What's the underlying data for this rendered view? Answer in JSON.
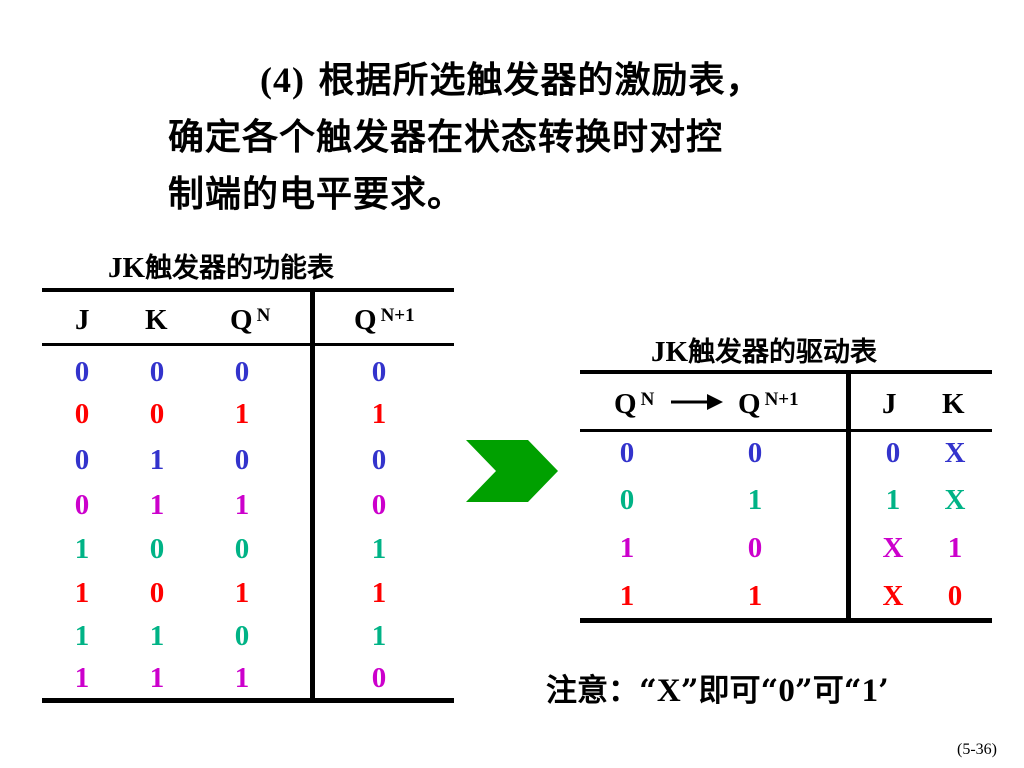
{
  "heading": {
    "num": "(4)",
    "line1": "根据所选触发器的激励表，",
    "line2": "确定各个触发器在状态转换时对控",
    "line3": "制端的电平要求。"
  },
  "func_table": {
    "caption_latin": "JK",
    "caption_cn": "触发器的功能表",
    "headers": {
      "j": "J",
      "k": "K",
      "qn": "Q",
      "qn_sup": "N",
      "qn1": "Q",
      "qn1_sup": "N+1"
    },
    "rows": [
      {
        "j": "0",
        "k": "0",
        "qn": "0",
        "qn1": "0",
        "color": "#3333cc"
      },
      {
        "j": "0",
        "k": "0",
        "qn": "1",
        "qn1": "1",
        "color": "#ff0000"
      },
      {
        "j": "0",
        "k": "1",
        "qn": "0",
        "qn1": "0",
        "color": "#3333cc"
      },
      {
        "j": "0",
        "k": "1",
        "qn": "1",
        "qn1": "0",
        "color": "#cc00cc"
      },
      {
        "j": "1",
        "k": "0",
        "qn": "0",
        "qn1": "1",
        "color": "#00b386"
      },
      {
        "j": "1",
        "k": "0",
        "qn": "1",
        "qn1": "1",
        "color": "#ff0000"
      },
      {
        "j": "1",
        "k": "1",
        "qn": "0",
        "qn1": "1",
        "color": "#00b386"
      },
      {
        "j": "1",
        "k": "1",
        "qn": "1",
        "qn1": "0",
        "color": "#cc00cc"
      }
    ]
  },
  "drive_table": {
    "caption_latin": "JK",
    "caption_cn": "触发器的驱动表",
    "headers": {
      "qn": "Q",
      "qn_sup": "N",
      "qn1": "Q",
      "qn1_sup": "N+1",
      "j": "J",
      "k": "K"
    },
    "rows": [
      {
        "qn": "0",
        "qn1": "0",
        "j": "0",
        "k": "X",
        "color": "#3333cc"
      },
      {
        "qn": "0",
        "qn1": "1",
        "j": "1",
        "k": "X",
        "color": "#00b386"
      },
      {
        "qn": "1",
        "qn1": "0",
        "j": "X",
        "k": "1",
        "color": "#cc00cc"
      },
      {
        "qn": "1",
        "qn1": "1",
        "j": "X",
        "k": "0",
        "color": "#ff0000"
      }
    ]
  },
  "note": {
    "label": "注意：",
    "q1": "“",
    "x": "X",
    "q2": "”",
    "mid1": "即可",
    "q3": "“",
    "zero": "0",
    "q4": "”",
    "mid2": "可",
    "q5": "“",
    "one": "1",
    "q6": "’"
  },
  "page_number": "(5-36)",
  "colors": {
    "arrow_green": "#00a000"
  }
}
